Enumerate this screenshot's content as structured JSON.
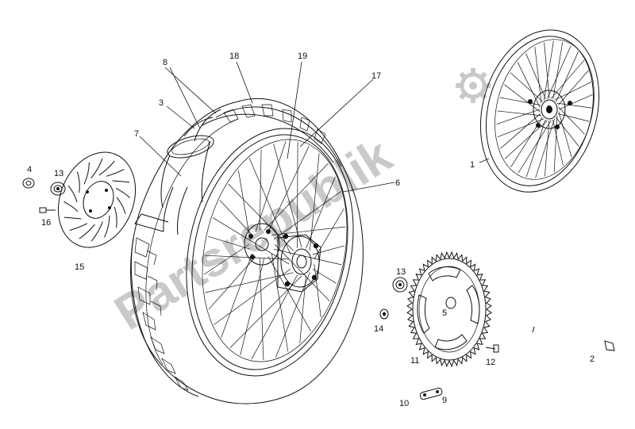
{
  "watermark": {
    "text": "Partsrepublik",
    "color": "#c9c9c9",
    "icon": "gear-icon"
  },
  "callouts": [
    {
      "id": "c1",
      "label": "1"
    },
    {
      "id": "c2",
      "label": "2"
    },
    {
      "id": "c3",
      "label": "3"
    },
    {
      "id": "c4",
      "label": "4"
    },
    {
      "id": "c5",
      "label": "5"
    },
    {
      "id": "c6",
      "label": "6"
    },
    {
      "id": "c7",
      "label": "7"
    },
    {
      "id": "c8",
      "label": "8"
    },
    {
      "id": "c9",
      "label": "9"
    },
    {
      "id": "c10",
      "label": "10"
    },
    {
      "id": "c11",
      "label": "11"
    },
    {
      "id": "c12",
      "label": "12"
    },
    {
      "id": "c13a",
      "label": "13"
    },
    {
      "id": "c13b",
      "label": "13"
    },
    {
      "id": "c14",
      "label": "14"
    },
    {
      "id": "c15",
      "label": "15"
    },
    {
      "id": "c16",
      "label": "16"
    },
    {
      "id": "c17",
      "label": "17"
    },
    {
      "id": "c18",
      "label": "18"
    },
    {
      "id": "c19",
      "label": "19"
    }
  ],
  "parts": {
    "main_wheel": "rear-wheel-assembly",
    "small_wheel": "wheel-rim-assembly",
    "sprocket": "rear-sprocket",
    "brake_disc": "brake-disc",
    "axle": "wheel-axle"
  }
}
